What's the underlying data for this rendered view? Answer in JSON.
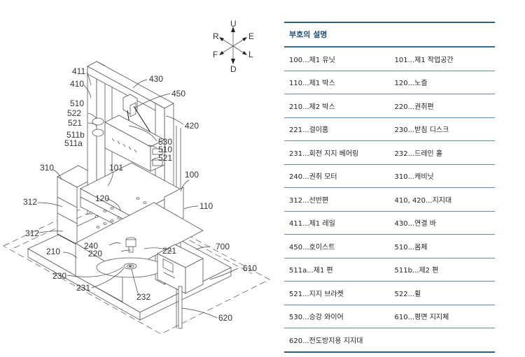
{
  "compass": {
    "labels": {
      "up": "U",
      "down": "D",
      "right_back": "R",
      "east": "E",
      "front": "F",
      "left": "L"
    }
  },
  "drawing": {
    "reference_labels": {
      "l411": "411",
      "l410": "410",
      "l430": "430",
      "l450": "450",
      "l510a": "510",
      "l522": "522",
      "l521a": "521",
      "l511b": "511b",
      "l511a": "511a",
      "l420": "420",
      "l530": "530",
      "l510b": "510",
      "l521b": "521",
      "l100": "100",
      "l101": "101",
      "l310": "310",
      "l312a": "312",
      "l312b": "312",
      "l120": "120",
      "l110": "110",
      "l240": "240",
      "l220": "220",
      "l221": "221",
      "l210": "210",
      "l700": "700",
      "l230": "230",
      "l231": "231",
      "l232": "232",
      "l610": "610",
      "l620": "620"
    }
  },
  "legend": {
    "title": "부호의 설명",
    "rows": [
      [
        "100...제1 유닛",
        "101...제1 작업공간"
      ],
      [
        "110...제1 박스",
        "120...노즐"
      ],
      [
        "210...제2 박스",
        "220...권취편"
      ],
      [
        "221...걸이홈",
        "230...받침 디스크"
      ],
      [
        "231...회전 지지 베어링",
        "232...드레인 홀"
      ],
      [
        "240...권취 모터",
        "310...캐비닛"
      ],
      [
        "312...선반편",
        "410, 420...지지대"
      ],
      [
        "411...제1 레일",
        "430...연결 바"
      ],
      [
        "450...호이스트",
        "510...몸체"
      ],
      [
        "511a...제1 편",
        "511b...제2 편"
      ],
      [
        "521...지지 브라켓",
        "522...휠"
      ],
      [
        "530...승강 와이어",
        "610...평면 지지체"
      ],
      [
        "620...전도방지용 지지대",
        ""
      ]
    ]
  }
}
